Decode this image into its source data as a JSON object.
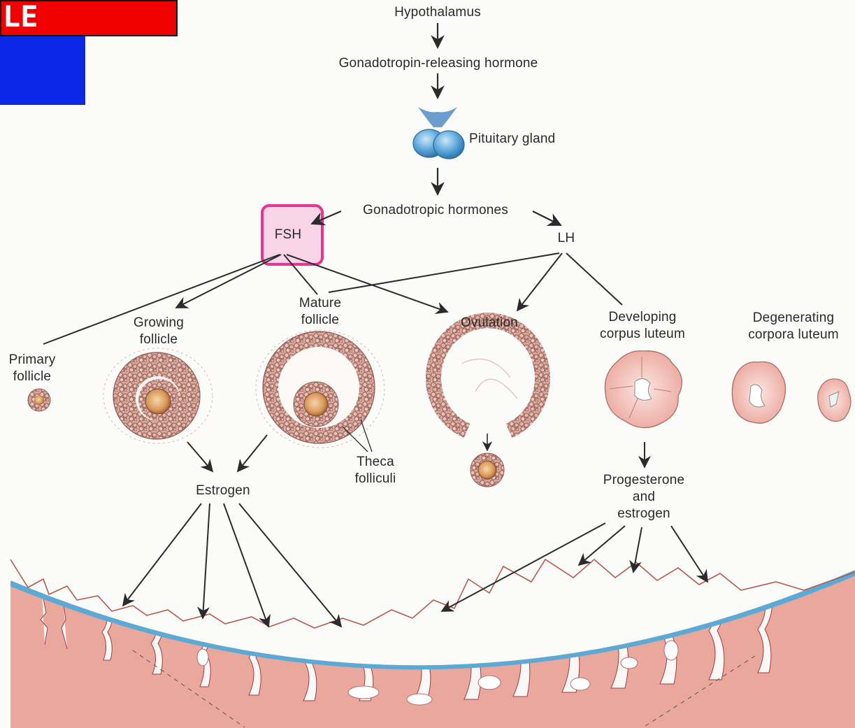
{
  "header": {
    "corner_text": "LE"
  },
  "labels": {
    "hypothalamus": "Hypothalamus",
    "gnrh": "Gonadotropin-releasing hormone",
    "pituitary": "Pituitary gland",
    "gonadotropic": "Gonadotropic hormones",
    "fsh": "FSH",
    "lh": "LH",
    "primary_follicle": [
      "Primary",
      "follicle"
    ],
    "growing_follicle": [
      "Growing",
      "follicle"
    ],
    "mature_follicle": [
      "Mature",
      "follicle"
    ],
    "ovulation": "Ovulation",
    "developing_cl": [
      "Developing",
      "corpus luteum"
    ],
    "degenerating_cl": [
      "Degenerating",
      "corpora luteum"
    ],
    "theca": [
      "Theca",
      "folliculi"
    ],
    "estrogen": "Estrogen",
    "progesterone": [
      "Progesterone",
      "and",
      "estrogen"
    ]
  },
  "colors": {
    "highlight_border": "#e8358e",
    "highlight_fill": "#f8cde4",
    "arrow": "#2b2b2b",
    "tissue": "#e8a89a",
    "tissue_dark": "#b8584e",
    "follicle_cell": "#c48a80",
    "endometrium_base": "#5ca9d6",
    "pituitary": "#5aa7dc"
  }
}
